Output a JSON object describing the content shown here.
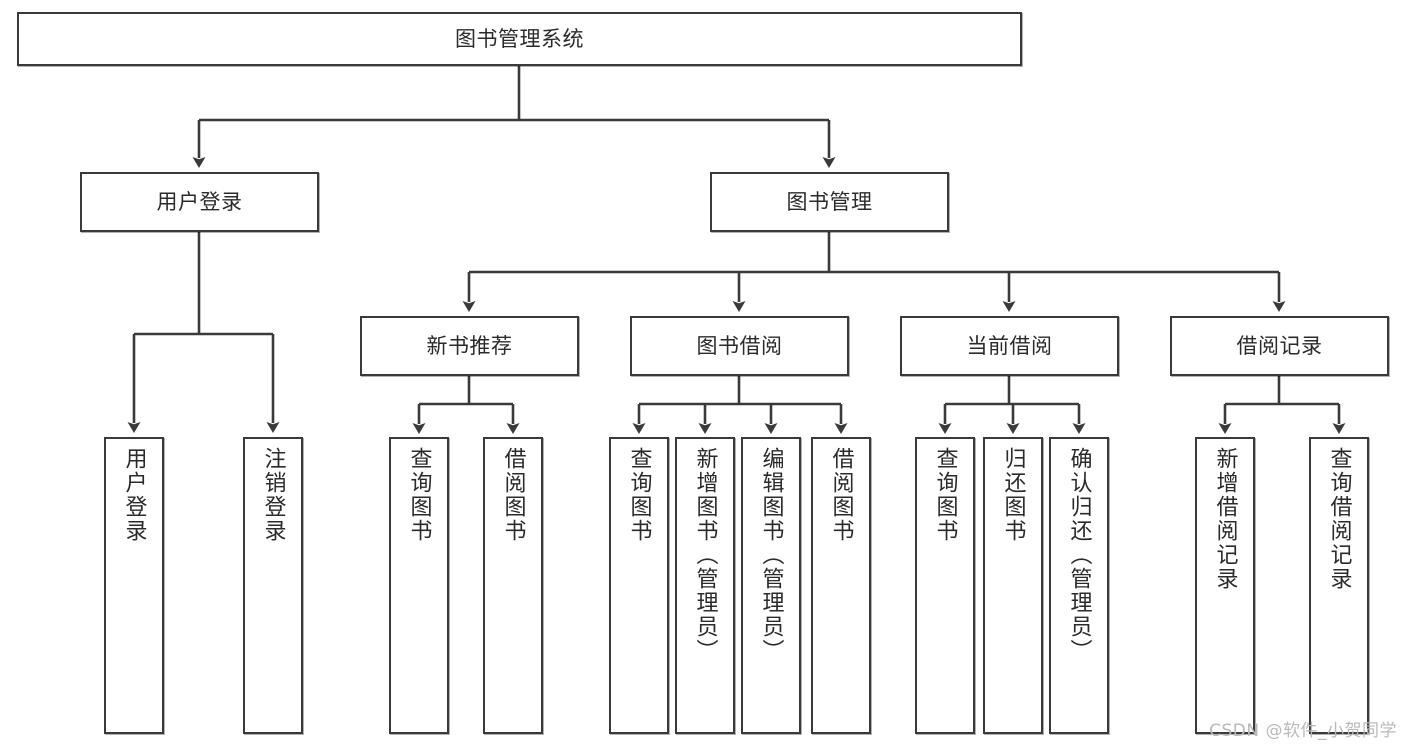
{
  "diagram": {
    "type": "tree-hierarchy-chart",
    "title": "图书管理系统",
    "line_color": "#3a3a3a",
    "box_fill": "#ffffff",
    "text_color": "#2b2b2b",
    "nodes": {
      "root": {
        "label": "图书管理系统"
      },
      "level1": [
        {
          "id": "user-login",
          "label": "用户登录"
        },
        {
          "id": "book-manage",
          "label": "图书管理"
        }
      ],
      "level2": [
        {
          "id": "new-book-recommend",
          "label": "新书推荐"
        },
        {
          "id": "book-borrow",
          "label": "图书借阅"
        },
        {
          "id": "current-borrow",
          "label": "当前借阅"
        },
        {
          "id": "borrow-record",
          "label": "借阅记录"
        }
      ],
      "leaves": {
        "user_login": [
          {
            "id": "leaf-user-login",
            "label": "用户登录"
          },
          {
            "id": "leaf-logout-login",
            "label": "注销登录"
          }
        ],
        "new_book_recommend": [
          {
            "id": "leaf-query-book-1",
            "label": "查询图书"
          },
          {
            "id": "leaf-borrow-book-1",
            "label": "借阅图书"
          }
        ],
        "book_borrow": [
          {
            "id": "leaf-query-book-2",
            "label": "查询图书"
          },
          {
            "id": "leaf-add-book",
            "label": "新增图书（管理员）"
          },
          {
            "id": "leaf-edit-book",
            "label": "编辑图书（管理员）"
          },
          {
            "id": "leaf-borrow-book-2",
            "label": "借阅图书"
          }
        ],
        "current_borrow": [
          {
            "id": "leaf-query-book-3",
            "label": "查询图书"
          },
          {
            "id": "leaf-return-book",
            "label": "归还图书"
          },
          {
            "id": "leaf-confirm-return",
            "label": "确认归还（管理员）"
          }
        ],
        "borrow_record": [
          {
            "id": "leaf-add-borrow-record",
            "label": "新增借阅记录"
          },
          {
            "id": "leaf-query-borrow-record",
            "label": "查询借阅记录"
          }
        ]
      }
    }
  },
  "watermark": {
    "text": "CSDN @软件_小贺同学"
  }
}
